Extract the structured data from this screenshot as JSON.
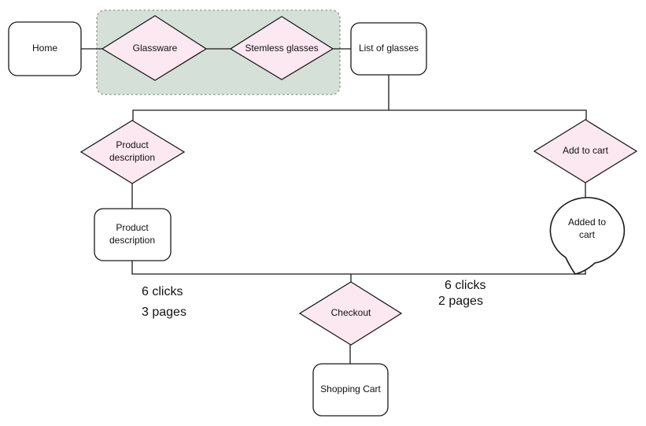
{
  "diagram": {
    "colors": {
      "background": "#ffffff",
      "node_fill_pink": "#fce8f1",
      "node_fill_white": "#ffffff",
      "group_fill_green": "#d5e1d8",
      "group_border_gray": "#9aa29c",
      "stroke": "#1a1a1a",
      "text": "#111111"
    },
    "nodes": {
      "home": {
        "label": "Home",
        "shape": "rounded-rectangle"
      },
      "glassware": {
        "label": "Glassware",
        "shape": "diamond"
      },
      "stemless_glasses": {
        "label": "Stemless glasses",
        "shape": "diamond"
      },
      "list_of_glasses": {
        "label": "List of glasses",
        "shape": "rounded-rectangle"
      },
      "product_description_decision": {
        "label": "Product description",
        "shape": "diamond"
      },
      "add_to_cart": {
        "label": "Add to cart",
        "shape": "diamond"
      },
      "product_description_page": {
        "label": "Product description",
        "shape": "rounded-rectangle"
      },
      "added_to_cart": {
        "label": "Added to cart",
        "shape": "speech-bubble"
      },
      "checkout": {
        "label": "Checkout",
        "shape": "diamond"
      },
      "shopping_cart": {
        "label": "Shopping Cart",
        "shape": "rounded-rectangle"
      }
    },
    "annotations": {
      "left_path_metrics": {
        "line1": "6 clicks",
        "line2": "3 pages"
      },
      "right_path_metrics": {
        "line1": "6 clicks",
        "line2": "2 pages"
      }
    }
  }
}
